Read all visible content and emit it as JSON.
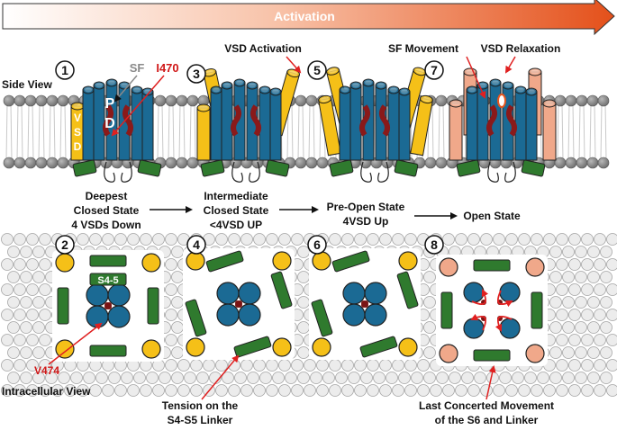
{
  "activation_label": "Activation",
  "side_view_label": "Side View",
  "intracellular_view_label": "Intracellular View",
  "step_numbers": [
    "1",
    "2",
    "3",
    "4",
    "5",
    "6",
    "7",
    "8"
  ],
  "annotations": {
    "sf": "SF",
    "i470": "I470",
    "vsd_letters": [
      "V",
      "S",
      "D"
    ],
    "pd_letters": [
      "P",
      "D"
    ],
    "vsd_activation": "VSD Activation",
    "sf_movement": "SF Movement",
    "vsd_relaxation": "VSD Relaxation",
    "s4_5": "S4-5",
    "v474": "V474",
    "tension": [
      "Tension on the",
      "S4-S5 Linker"
    ],
    "last_movement": [
      "Last Concerted Movement",
      "of the S6 and Linker"
    ]
  },
  "states": [
    {
      "lines": [
        "Deepest",
        "Closed State",
        "4 VSDs Down"
      ]
    },
    {
      "lines": [
        "Intermediate",
        "Closed State",
        "<4VSD UP"
      ]
    },
    {
      "lines": [
        "Pre-Open State",
        "4VSD Up"
      ]
    },
    {
      "lines": [
        "Open State"
      ]
    }
  ],
  "colors": {
    "vsd_yellow": "#f5c018",
    "vsd_salmon": "#f0a88a",
    "pd_blue": "#1b6a94",
    "linker_green": "#2f7a2e",
    "membrane_grey": "#8f8f8f",
    "red": "#e02020",
    "arrow_orange": "#e8561e"
  }
}
